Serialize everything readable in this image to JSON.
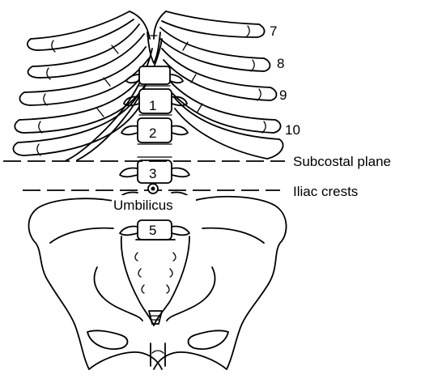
{
  "diagram": {
    "rib_labels": [
      "7",
      "8",
      "9",
      "10"
    ],
    "vertebra_labels": [
      "1",
      "2",
      "3",
      "5"
    ],
    "plane_labels": {
      "subcostal": "Subcostal plane",
      "iliac": "Iliac crests"
    },
    "umbilicus_label": "Umbilicus"
  }
}
